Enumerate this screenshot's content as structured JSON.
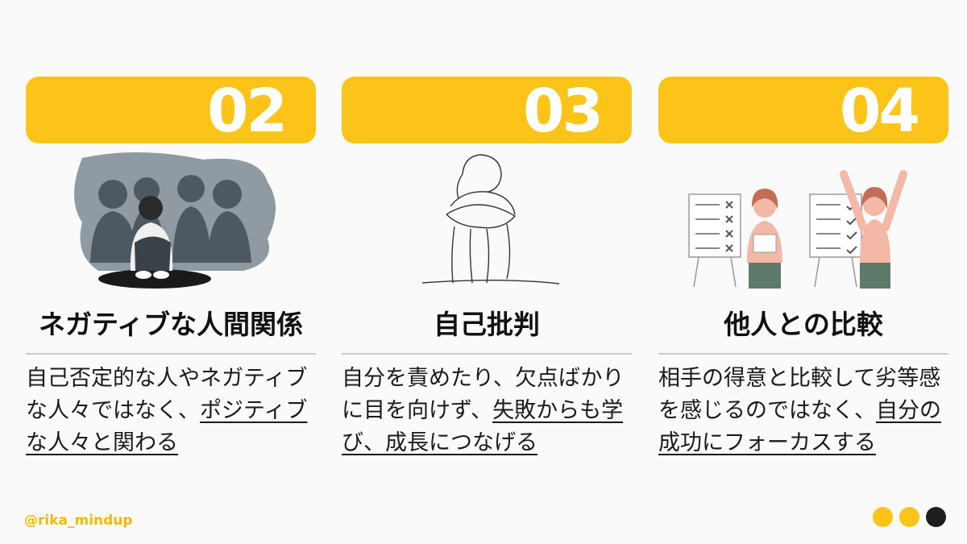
{
  "cards": [
    {
      "number": "02",
      "title": "ネガティブな人間関係",
      "desc_plain": "自己否定的な人やネガティブな人々ではなく、",
      "desc_underlined": "ポジティブな人々と関わる",
      "illustration": "sad-person-surrounded-by-shadows"
    },
    {
      "number": "03",
      "title": "自己批判",
      "desc_plain": "自分を責めたり、欠点ばかりに目を向けず、",
      "desc_underlined": "失敗からも学び、成長につなげる",
      "illustration": "line-drawing-person-hugging-knees"
    },
    {
      "number": "04",
      "title": "他人との比較",
      "desc_plain": "相手の得意と比較して劣等感を感じるのではなく、",
      "desc_underlined": "自分の成功にフォーカスする",
      "illustration": "two-women-comparing-checklists"
    }
  ],
  "footer": {
    "handle": "@rika_mindup",
    "page_dots": [
      "#fcc419",
      "#fcc419",
      "#1e1e1e"
    ]
  },
  "colors": {
    "accent": "#fcc419",
    "background": "#fafafa",
    "text": "#111111"
  }
}
